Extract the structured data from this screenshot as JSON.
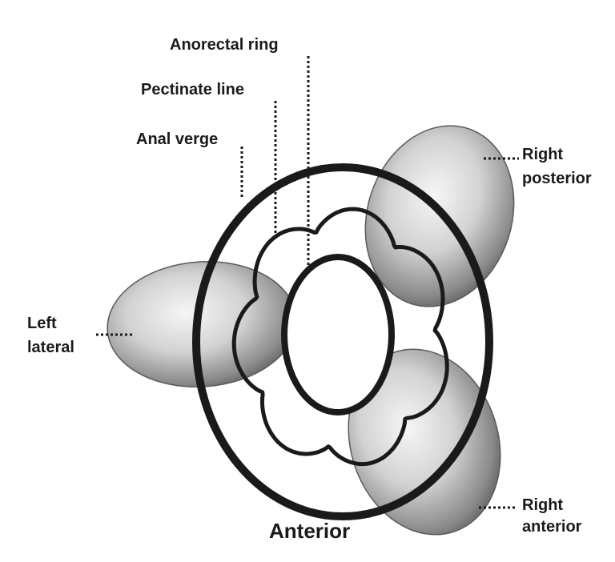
{
  "labels": {
    "anorectal_ring": "Anorectal ring",
    "pectinate_line": "Pectinate line",
    "anal_verge": "Anal verge",
    "right_posterior_line1": "Right",
    "right_posterior_line2": "posterior",
    "left_lateral_line1": "Left",
    "left_lateral_line2": "lateral",
    "right_anterior_line1": "Right",
    "right_anterior_line2": "anterior",
    "anterior": "Anterior"
  },
  "colors": {
    "ink": "#1a1a1a",
    "cushion_light": "#f4f4f4",
    "cushion_dark": "#4a4a4a",
    "background": "#ffffff"
  }
}
